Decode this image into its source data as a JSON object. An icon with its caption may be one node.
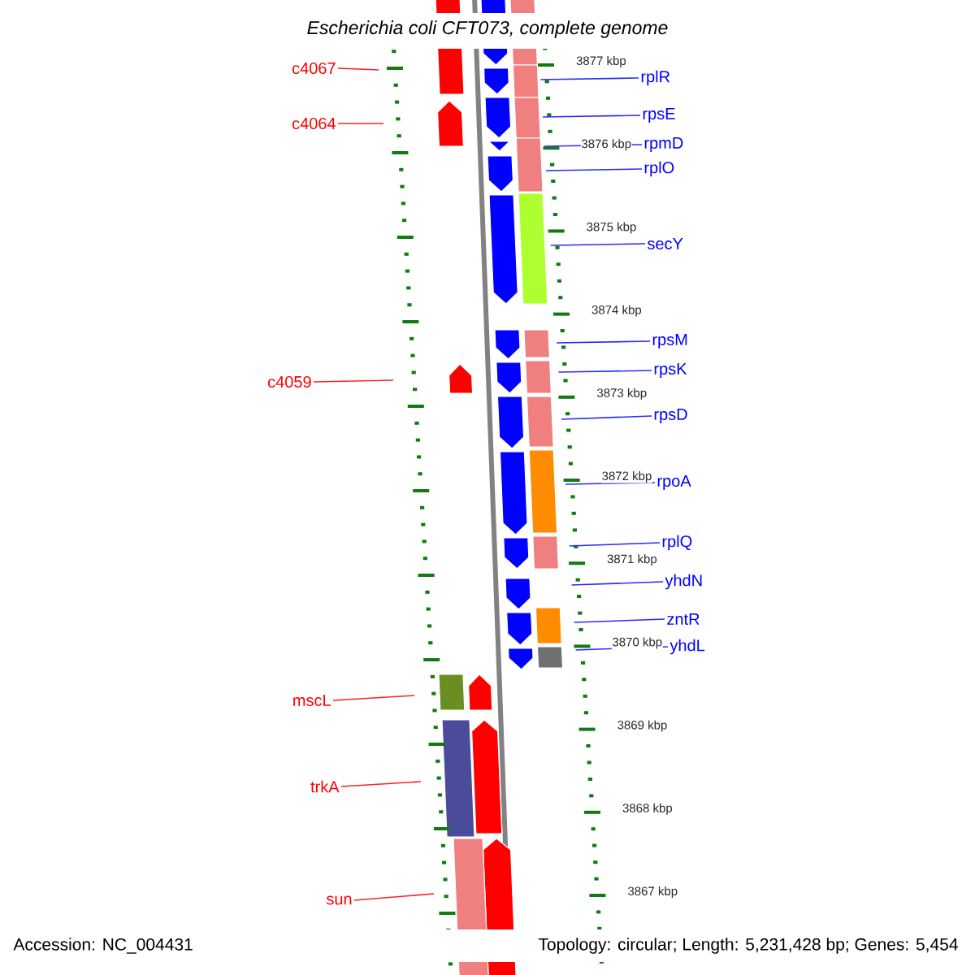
{
  "diagram": {
    "title": "Escherichia coli CFT073, complete genome",
    "nodes": [
      {
        "text": [
          "c4067"
        ]
      },
      {
        "text": [
          "c4064"
        ]
      },
      {
        "text": [
          "c4059"
        ]
      },
      {
        "text": [
          "mscL"
        ]
      },
      {
        "text": [
          "trkA"
        ]
      },
      {
        "text": [
          "sun"
        ]
      },
      {
        "text": [
          "rplR"
        ]
      },
      {
        "text": [
          "rpsE"
        ]
      },
      {
        "text": [
          "rpmD"
        ]
      },
      {
        "text": [
          "rplO"
        ]
      },
      {
        "text": [
          "secY"
        ]
      },
      {
        "text": [
          "rpsM"
        ]
      },
      {
        "text": [
          "rpsK"
        ]
      },
      {
        "text": [
          "rpsD"
        ]
      },
      {
        "text": [
          "rpoA"
        ]
      },
      {
        "text": [
          "rplQ"
        ]
      },
      {
        "text": [
          "yhdN"
        ]
      },
      {
        "text": [
          "zntR"
        ]
      },
      {
        "text": [
          "yhdL"
        ]
      }
    ],
    "edges": [
      {
        "from": 0,
        "to": null,
        "arrow": "none",
        "color": "#ff2020"
      },
      {
        "from": 1,
        "to": null,
        "arrow": "none",
        "color": "#ff2020"
      },
      {
        "from": 2,
        "to": null,
        "arrow": "none",
        "color": "#ff2020"
      },
      {
        "from": 3,
        "to": null,
        "arrow": "none",
        "color": "#ff2020"
      },
      {
        "from": 4,
        "to": null,
        "arrow": "none",
        "color": "#ff2020"
      },
      {
        "from": 5,
        "to": null,
        "arrow": "none",
        "color": "#ff2020"
      },
      {
        "from": 6,
        "to": null,
        "arrow": "none"
      },
      {
        "from": 7,
        "to": null,
        "arrow": "none"
      },
      {
        "from": 8,
        "to": null,
        "arrow": "none"
      },
      {
        "from": 9,
        "to": null,
        "arrow": "none"
      },
      {
        "from": 10,
        "to": null,
        "arrow": "none"
      },
      {
        "from": 11,
        "to": null,
        "arrow": "none"
      },
      {
        "from": 12,
        "to": null,
        "arrow": "none"
      },
      {
        "from": 13,
        "to": null,
        "arrow": "none"
      },
      {
        "from": 14,
        "to": null,
        "arrow": "none"
      },
      {
        "from": 15,
        "to": null,
        "arrow": "none"
      },
      {
        "from": 16,
        "to": null,
        "arrow": "none"
      },
      {
        "from": 17,
        "to": null,
        "arrow": "none"
      },
      {
        "from": 18,
        "to": null,
        "arrow": "none"
      }
    ],
    "labels": [
      "3877 kbp",
      "3876 kbp",
      "3875 kbp",
      "3874 kbp",
      "3873 kbp",
      "3872 kbp",
      "3871 kbp",
      "3870 kbp",
      "3869 kbp",
      "3868 kbp",
      "3867 kbp",
      "Accession: NC_004431",
      "Topology: circular; Length: 5,231,428 bp; Genes: 5,454"
    ]
  }
}
